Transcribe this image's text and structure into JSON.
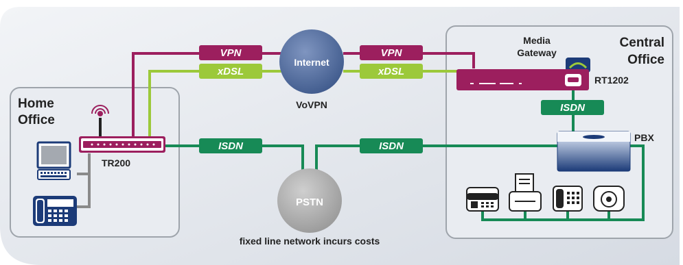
{
  "home_office": {
    "title_line1": "Home",
    "title_line2": "Office"
  },
  "central_office": {
    "title_line1": "Central",
    "title_line2": "Office"
  },
  "devices": {
    "tr200": "TR200",
    "rt1202": "RT1202",
    "pbx": "PBX",
    "media_gateway_line1": "Media",
    "media_gateway_line2": "Gateway"
  },
  "clouds": {
    "internet": "Internet",
    "internet_caption": "VoVPN",
    "pstn": "PSTN",
    "pstn_caption": "fixed line network incurs costs"
  },
  "connections": {
    "vpn_left": "VPN",
    "vpn_right": "VPN",
    "xdsl_left": "xDSL",
    "xdsl_right": "xDSL",
    "isdn_home": "ISDN",
    "isdn_central": "ISDN",
    "isdn_gateway": "ISDN"
  },
  "colors": {
    "vpn": "#9c1f5e",
    "xdsl": "#9cc93a",
    "isdn": "#178a56",
    "internet": "#4e6898",
    "pstn": "#a8a8a8",
    "device_blue": "#1c3b78",
    "background_band": "#e4e8ee"
  }
}
